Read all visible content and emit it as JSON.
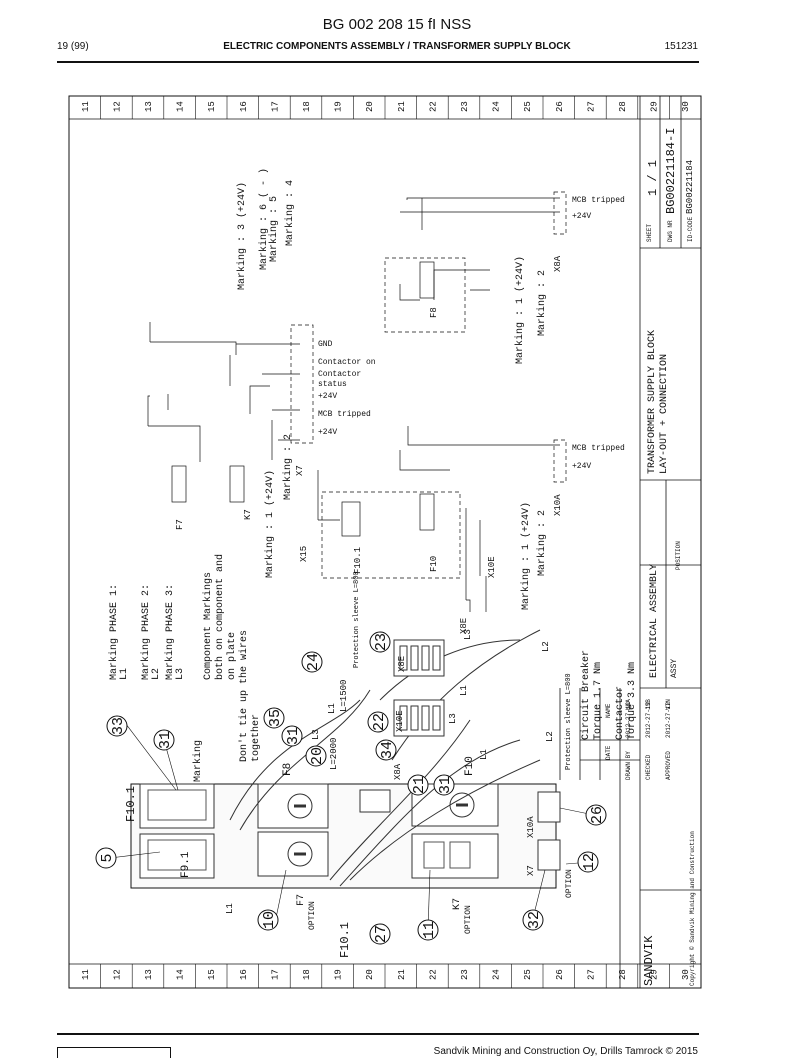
{
  "document": {
    "title": "BG 002 208 15 fI NSS",
    "page": "19 (99)",
    "section": "ELECTRIC COMPONENTS ASSEMBLY / TRANSFORMER SUPPLY BLOCK",
    "code": "151231",
    "footer": "Sandvik Mining and Construction Oy, Drills Tamrock © 2015"
  },
  "grid": {
    "columns": [
      "11",
      "12",
      "13",
      "14",
      "15",
      "16",
      "17",
      "18",
      "19",
      "20",
      "21",
      "22",
      "23",
      "24",
      "25",
      "26",
      "27",
      "28",
      "29",
      "30"
    ]
  },
  "markings": {
    "phase1": "Marking PHASE 1:",
    "phase1_val": "L1",
    "phase2": "Marking PHASE 2:",
    "phase2_val": "L2",
    "phase3": "Marking PHASE 3:",
    "phase3_val": "L3",
    "component1": "Component Markings",
    "component2": "both on component and",
    "component3": "on plate",
    "tie1": "Don't tie up the wires",
    "tie2": "together",
    "marking": "Marking"
  },
  "breaker": {
    "l1": "Circuit Breaker",
    "l2": "Torque  1.7 Nm",
    "l3": "Contactor",
    "l4": "Torque 3.3 Nm"
  },
  "callouts": [
    "33",
    "31",
    "5",
    "10",
    "27",
    "11",
    "32",
    "12",
    "26",
    "21",
    "31",
    "34",
    "20",
    "31",
    "35",
    "24",
    "22",
    "23"
  ],
  "labels": {
    "f10_1_a": "F10.1",
    "f9_1": "F9.1",
    "f10_1_b": "F10.1",
    "l1": "L1",
    "f7": "F7",
    "option": "OPTION",
    "k7": "K7",
    "option2": "OPTION",
    "x7": "X7",
    "x10a": "X10A",
    "option3": "OPTION",
    "f8": "F8",
    "x8a": "X8A",
    "f10": "F10",
    "x10e": "X10E",
    "x8e": "X8E",
    "l2000": "L=2000",
    "l1500": "L=1500",
    "prot1": "Protection sleeve L=800",
    "prot2": "Protection sleeve L=800",
    "l2": "L2",
    "l3": "L3",
    "l3b": "L3"
  },
  "schematic": {
    "x15": "X15",
    "x7": "X7",
    "f7": "F7",
    "k7": "K7",
    "f10_1": "F10.1",
    "f10": "F10",
    "x10e": "X10E",
    "x8e": "X8E",
    "x10a": "X10A",
    "f8": "F8",
    "x8a": "X8A",
    "m1_24v": "Marking : 1 (+24V)",
    "m2": "Marking : 2",
    "m3": "Marking : 3 (+24V)",
    "m6": "Marking : 6 ( - )",
    "m5": "Marking : 5",
    "m4": "Marking : 4",
    "gnd": "GND",
    "contactor_on": "Contactor on",
    "contactor_status": "Contactor",
    "status": "status",
    "plus24v": "+24V",
    "mcb_tripped": "MCB tripped",
    "plus24v_b": "+24V",
    "mcb_b": "MCB tripped",
    "plus24v_c": "+24V",
    "mcb_c": "MCB tripped",
    "plus24v_d": "+24V"
  },
  "titleblock": {
    "brand": "SANDVIK",
    "copyright": "Copyright © Sandvik Mining and Construction",
    "drawn": "DRAWN BY",
    "drawn_date": "2012-27-12",
    "drawn_name": "HKA",
    "checked": "CHECKED",
    "checked_date": "2012-27-12",
    "checked_name": "JSB",
    "approved": "APPROVED",
    "approved_date": "2012-27-12",
    "approved_name": "VIN",
    "date_h": "DATE",
    "name_h": "NAME",
    "title1": "ELECTRICAL ASSEMBLY",
    "title1b": "ASSY",
    "position": "POSITION",
    "title2": "TRANSFORMER  SUPPLY BLOCK",
    "title3": "LAY-OUT + CONNECTION",
    "sheet_h": "SHEET",
    "sheet": "1 / 1",
    "dwg_h": "DWG NR",
    "dwg": "BG00221184-I",
    "idc_h": "ID-CODE",
    "idc": "BG00221184"
  }
}
